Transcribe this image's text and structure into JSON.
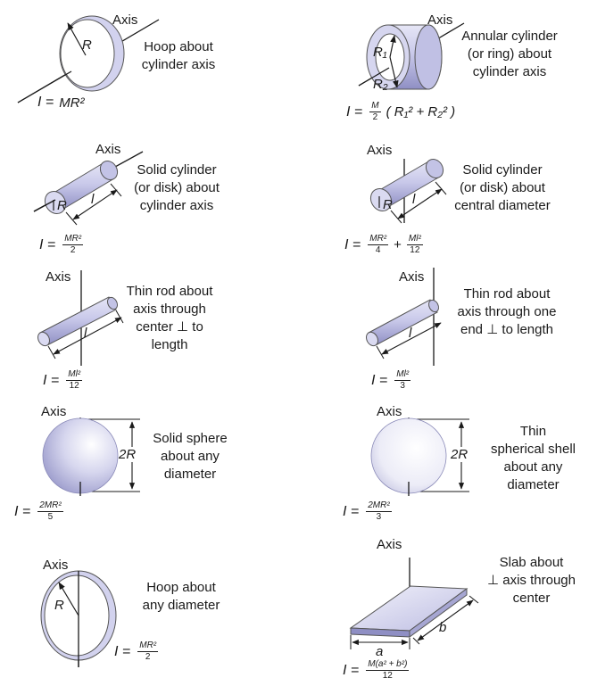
{
  "axis_label": "Axis",
  "items": [
    {
      "name": "hoop-cylinder-axis",
      "label": "Hoop about\ncylinder axis",
      "lhs": "I =",
      "formula_text": "MR²"
    },
    {
      "name": "annular-cylinder",
      "label": "Annular cylinder\n(or ring) about\ncylinder axis",
      "lhs": "I =",
      "frac_num": "M",
      "frac_den": "2",
      "tail": "( R₁² + R₂² )"
    },
    {
      "name": "solid-cylinder-axis",
      "label": "Solid cylinder\n(or disk) about\ncylinder axis",
      "lhs": "I =",
      "frac_num": "MR²",
      "frac_den": "2"
    },
    {
      "name": "solid-cylinder-diameter",
      "label": "Solid cylinder\n(or disk) about\ncentral diameter",
      "lhs": "I =",
      "frac_num": "MR²",
      "frac_den": "4",
      "plus": "+",
      "frac2_num": "Ml²",
      "frac2_den": "12"
    },
    {
      "name": "rod-center",
      "label": "Thin rod about\naxis through\ncenter ⊥ to\nlength",
      "lhs": "I =",
      "frac_num": "Ml²",
      "frac_den": "12"
    },
    {
      "name": "rod-end",
      "label": "Thin rod about\naxis through one\nend ⊥ to length",
      "lhs": "I =",
      "frac_num": "Ml²",
      "frac_den": "3"
    },
    {
      "name": "solid-sphere",
      "label": "Solid sphere\nabout any\ndiameter",
      "lhs": "I =",
      "frac_num": "2MR²",
      "frac_den": "5"
    },
    {
      "name": "spherical-shell",
      "label": "Thin\nspherical shell\nabout any\ndiameter",
      "lhs": "I =",
      "frac_num": "2MR²",
      "frac_den": "3"
    },
    {
      "name": "hoop-diameter",
      "label": "Hoop about\nany diameter",
      "lhs": "I =",
      "frac_num": "MR²",
      "frac_den": "2"
    },
    {
      "name": "slab",
      "label": "Slab about\n⊥ axis through\ncenter",
      "lhs": "I =",
      "frac_num": "M(a² + b²)",
      "frac_den": "12"
    }
  ],
  "symbols": {
    "R": "R",
    "R1": "R₁",
    "R2": "R₂",
    "l": "l",
    "two_R": "2R",
    "a": "a",
    "b": "b"
  }
}
